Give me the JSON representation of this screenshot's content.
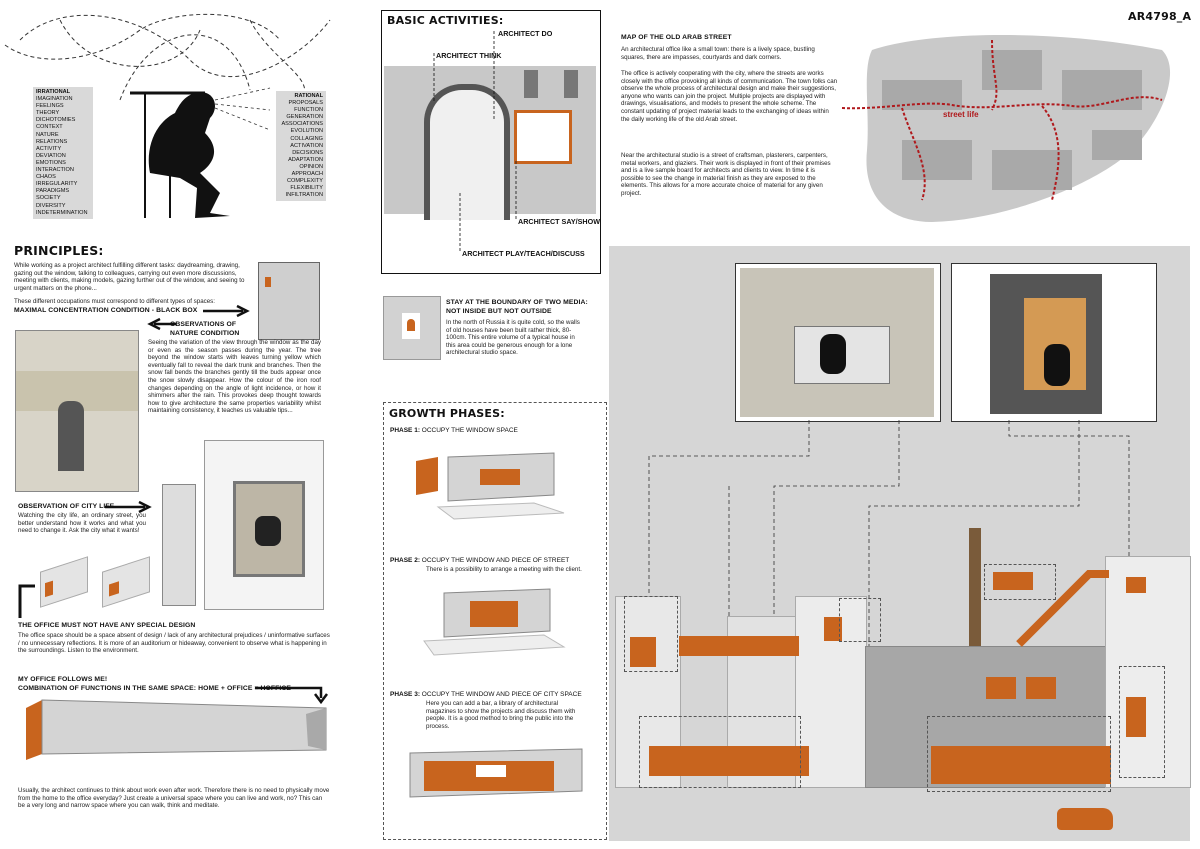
{
  "code": "AR4798_A",
  "left_column": {
    "irrational_words": [
      "IRRATIONAL",
      "IMAGINATION",
      "FEELINGS",
      "THEORY",
      "DICHOTOMIES",
      "CONTEXT",
      "NATURE",
      "RELATIONS",
      "ACTIVITY",
      "DEVIATION",
      "EMOTIONS",
      "INTERACTION",
      "CHAOS",
      "IRREGULARITY",
      "PARADIGMS",
      "SOCIETY",
      "DIVERSITY",
      "INDETERMINATION"
    ],
    "rational_words": [
      "RATIONAL",
      "PROPOSALS",
      "FUNCTION",
      "GENERATION",
      "ASSOCIATIONS",
      "EVOLUTION",
      "COLLAGING",
      "ACTIVATION",
      "DECISIONS",
      "ADAPTATION",
      "OPINION",
      "APPROACH",
      "COMPLEXITY",
      "FLEXIBILITY",
      "INFILTRATION"
    ],
    "principles_title": "PRINCIPLES:",
    "principles_text": "While working as a project architect fulfilling different tasks: daydreaming, drawing, gazing out the window, talking to colleagues, carrying out even more discussions, meeting with clients, making models, gazing further out of the window, and seeing to urgent matters on the phone...",
    "principles_text2": "These different occupations must correspond to different types of spaces:",
    "maximal_label": "MAXIMAL CONCENTRATION CONDITION - BLACK BOX",
    "nature_label": "OBSERVATIONS OF NATURE CONDITION",
    "nature_text": "Seeing the variation of the view through the window as the day or even as the season passes during the year. The tree beyond the window starts with leaves turning yellow which eventually fall to reveal the dark trunk and branches. Then the snow fall bends the branches gently till the buds appear once the snow slowly disappear. How the colour of the iron roof changes depending on the angle of light incidence, or how it shimmers after the rain. This provokes deep thought towards how to give architecture the same properties variability whilst maintaining consistency, it teaches us valuable tips...",
    "city_label": "OBSERVATION OF CITY LIFE.",
    "city_text": "Watching the city life, an ordinary street, you better understand how it works and what you need to change it. Ask the city what it wants!",
    "office_design_label": "THE OFFICE MUST NOT HAVE ANY SPECIAL DESIGN",
    "office_design_text": "The office space should be a space absent of design / lack of any architectural prejudices / uninformative surfaces / no unnecessary reflections. It is more of an auditorium or hideaway, convenient to observe what is happening in the surroundings. Listen to the environment.",
    "follows_label": "MY OFFICE FOLLOWS ME!",
    "combination_label": "COMBINATION OF FUNCTIONS IN THE SAME SPACE: HOME + OFFICE = HOFFICE",
    "bottom_text": "Usually, the architect continues to think about work even after work. Therefore there is no need to physically move from the home to the office everyday? Just create a universal space where you can live and work, no? This can be a very long and narrow space where you can walk, think and meditate."
  },
  "middle_column": {
    "basic_title": "BASIC ACTIVITIES:",
    "architect_do": "ARCHITECT DO",
    "architect_think": "ARCHITECT THINK",
    "architect_say": "ARCHITECT SAY/SHOW",
    "architect_play": "ARCHITECT PLAY/TEACH/DISCUSS",
    "boundary_title": "STAY AT THE BOUNDARY OF TWO MEDIA: NOT INSIDE BUT NOT OUTSIDE",
    "boundary_text": "In the north of Russia it is quite cold, so the walls of old houses have been built rather thick, 80-100cm. This entire volume of a typical house in this area could be generous enough for a lone architectural studio space.",
    "growth_title": "GROWTH PHASES:",
    "phase1_label": "PHASE 1:",
    "phase1_text": "OCCUPY THE WINDOW SPACE",
    "phase2_label": "PHASE 2:",
    "phase2_text": "OCCUPY THE WINDOW AND PIECE OF STREET",
    "phase2_sub": "There is a possibility to arrange a meeting with the client.",
    "phase3_label": "PHASE 3:",
    "phase3_text": "OCCUPY THE WINDOW AND PIECE OF CITY SPACE",
    "phase3_sub": "Here you can add a bar, a library of architectural magazines to show the projects and discuss them with people. It is a good method to bring the public into the process."
  },
  "right_column": {
    "map_title": "MAP OF THE OLD ARAB STREET",
    "map_text1": "An architectural office like a small town: there is a lively space, bustling squares, there are impasses, courtyards and dark corners.",
    "map_text2": "The office is actively cooperating with the city, where the streets are works closely with the office provoking all kinds of communication. The town folks can observe the whole process of architectural design and make their suggestions, anyone who wants can join the project. Multiple projects are displayed with drawings, visualisations, and models to present the whole scheme. The constant updating of project material leads to the exchanging of ideas within the daily working life of the old Arab street.",
    "map_text3": "Near the architectural studio is a street of craftsman, plasterers, carpenters, metal workers, and glaziers. Their work is displayed in front of their premises and is a live sample board for architects and clients to view. In time it is possible to see the change in material finish as they are exposed to the elements. This allows for a more accurate choice of material for any given project.",
    "map_street_label": "street life"
  },
  "colors": {
    "accent": "#c8641e",
    "grey": "#cfcfcf",
    "dark": "#111111"
  }
}
